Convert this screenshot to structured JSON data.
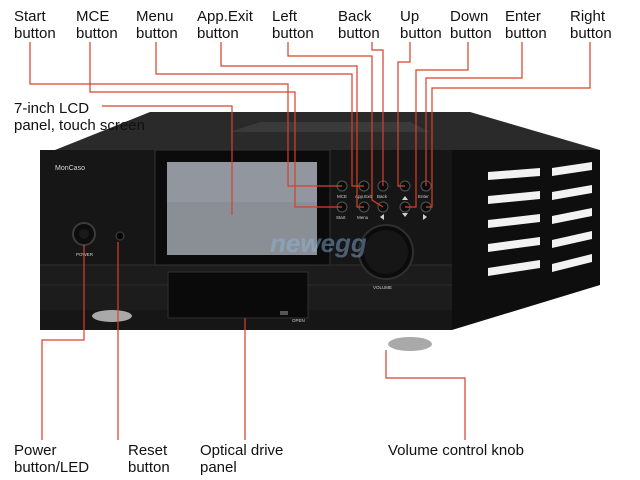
{
  "labels": {
    "start": "Start\nbutton",
    "mce": "MCE\nbutton",
    "menu": "Menu\nbutton",
    "app_exit": "App.Exit\nbutton",
    "left": "Left\nbutton",
    "back": "Back\nbutton",
    "up": "Up\nbutton",
    "down": "Down\nbutton",
    "enter": "Enter\nbutton",
    "right": "Right\nbutton",
    "lcd": "7-inch LCD\npanel, touch screen",
    "power": "Power\nbutton/LED",
    "reset": "Reset\nbutton",
    "optical": "Optical drive\npanel",
    "volume": "Volume control knob"
  },
  "device_text": {
    "brand": "MonCaso",
    "power": "POWER",
    "volume": "VOLUME",
    "open": "OPEN",
    "mce": "MCE",
    "app_exit": "App.Exit",
    "back": "Back",
    "start": "Start",
    "menu": "Menu",
    "enter": "Enter"
  },
  "watermark": "newegg",
  "colors": {
    "leader": "#d6402a",
    "case": "#121212",
    "lcd": "#8a8f96"
  }
}
